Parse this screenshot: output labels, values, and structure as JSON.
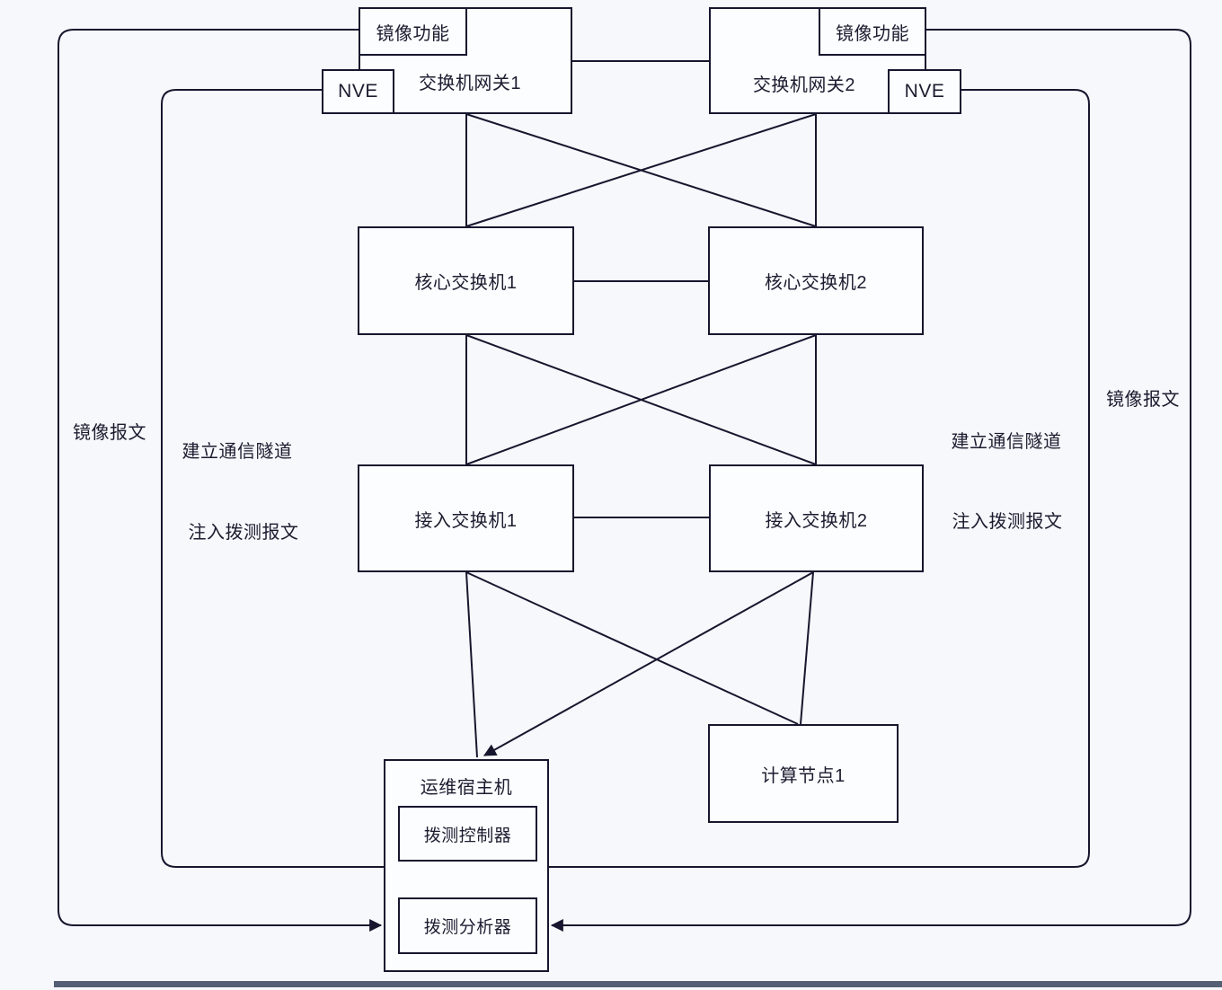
{
  "diagram": {
    "nodes": {
      "mirror_fn_1": "镜像功能",
      "gateway1": "交换机网关1",
      "nve1": "NVE",
      "mirror_fn_2": "镜像功能",
      "gateway2": "交换机网关2",
      "nve2": "NVE",
      "core_switch_1": "核心交换机1",
      "core_switch_2": "核心交换机2",
      "access_switch_1": "接入交换机1",
      "access_switch_2": "接入交换机2",
      "compute_node_1": "计算节点1",
      "om_host": "运维宿主机",
      "dial_test_controller": "拨测控制器",
      "dial_test_analyzer": "拨测分析器"
    },
    "labels": {
      "left_mirror_packet": "镜像报文",
      "left_build_tunnel": "建立通信隧道",
      "left_inject_probe": "注入拨测报文",
      "right_build_tunnel": "建立通信隧道",
      "right_inject_probe": "注入拨测报文",
      "right_mirror_packet": "镜像报文"
    },
    "colors": {
      "line": "#16162e",
      "text": "#1c1c30",
      "background": "#f7f8fb",
      "box_fill": "#fcfdfe",
      "bottom_bar": "#555f73"
    }
  }
}
